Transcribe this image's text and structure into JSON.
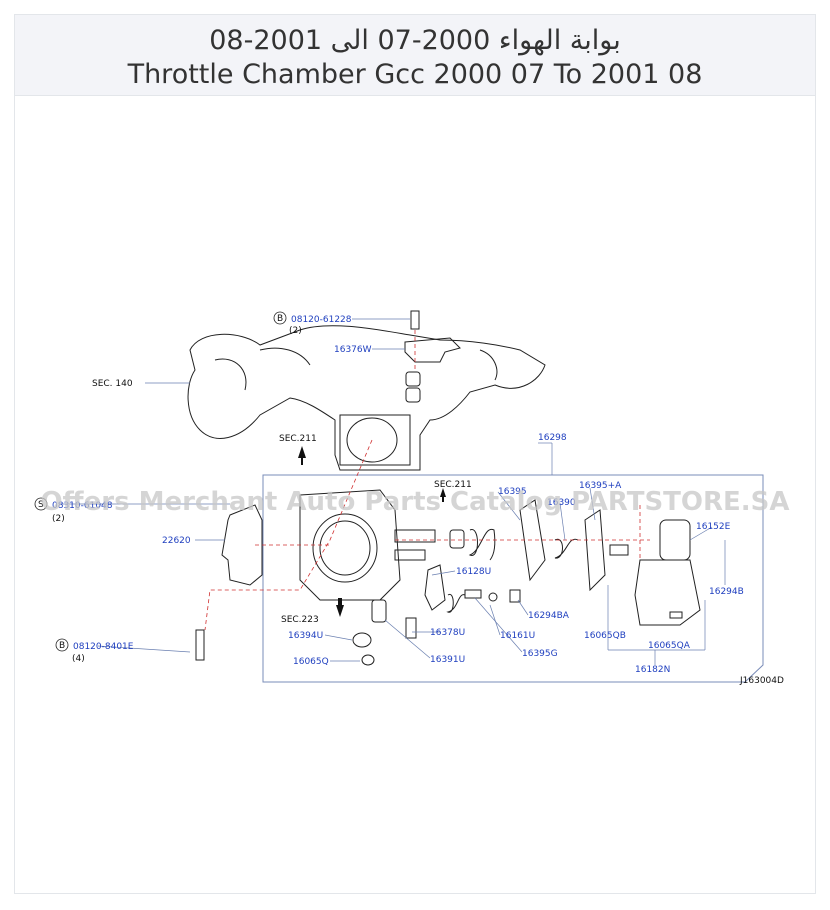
{
  "title": {
    "arabic": "بوابة الهواء 2000-07 الى 2001-08",
    "english": "Throttle Chamber Gcc 2000 07 To 2001 08"
  },
  "watermark": "Offers Merchant Auto Parts Catalog PARTSTORE.SA",
  "diagram_code": "J163004D",
  "sections": {
    "sec140": "SEC.  140",
    "sec211_left": "SEC.211",
    "sec211_right": "SEC.211",
    "sec223": "SEC.223"
  },
  "callouts": {
    "bolt_top": {
      "badge": "B",
      "part": "08120-61228",
      "qty": "(2)"
    },
    "screw_left": {
      "badge": "S",
      "part": "08310-61048",
      "qty": "(2)"
    },
    "bolt_bottom": {
      "badge": "B",
      "part": "08120-8401E",
      "qty": "(4)"
    }
  },
  "parts": {
    "p16376W": "16376W",
    "p16298": "16298",
    "p16395": "16395",
    "p16395A": "16395+A",
    "p16390": "16390",
    "p16152E": "16152E",
    "p22620": "22620",
    "p16128U": "16128U",
    "p16294BA": "16294BA",
    "p16294B": "16294B",
    "p16378U": "16378U",
    "p16161U": "16161U",
    "p16065QB": "16065QB",
    "p16065QA": "16065QA",
    "p16394U": "16394U",
    "p16391U": "16391U",
    "p16395G": "16395G",
    "p16182N": "16182N",
    "p16065Q": "16065Q"
  },
  "colors": {
    "part_label": "#1f3fbf",
    "leader": "#6a7fb0",
    "dashed": "#d03030"
  }
}
